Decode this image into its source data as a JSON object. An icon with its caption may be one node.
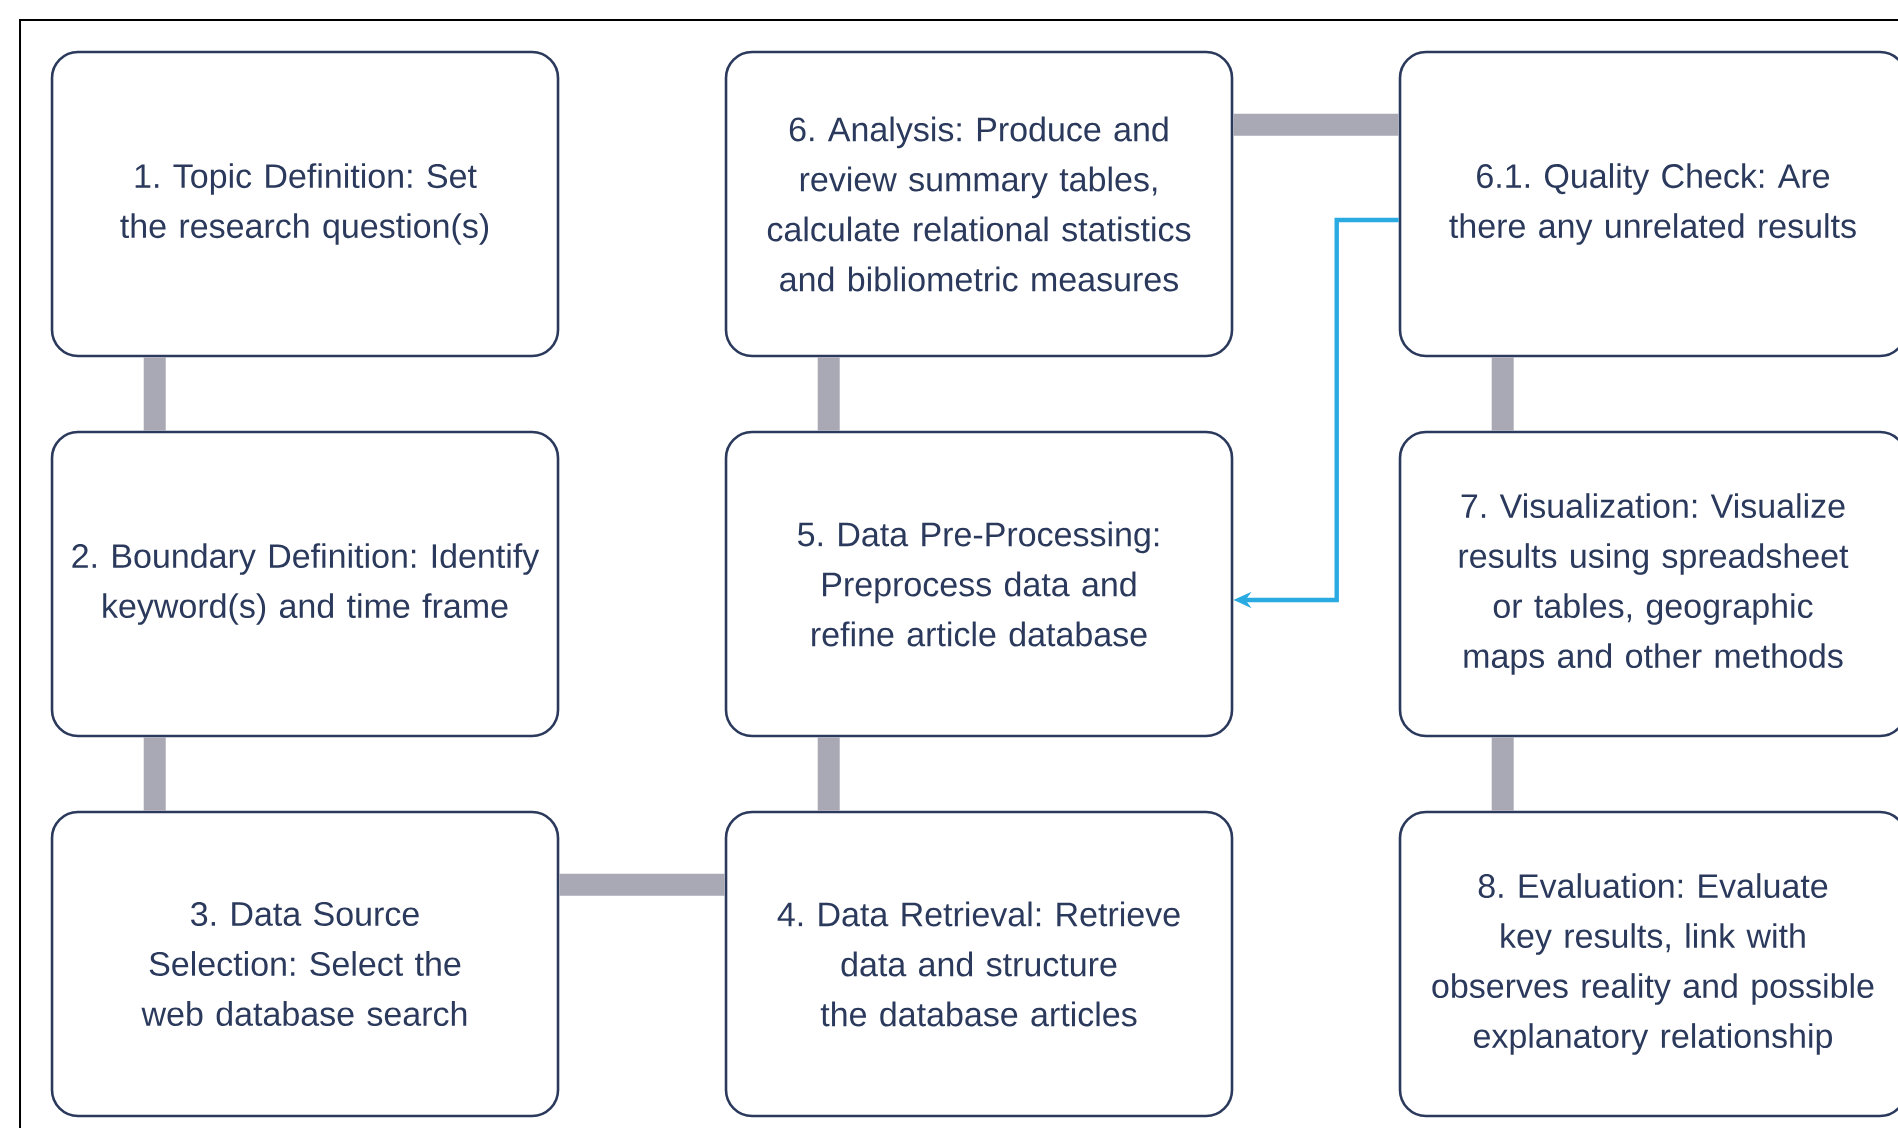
{
  "diagram": {
    "nodes": [
      {
        "text": [
          "1. Topic Definition: Set the research question(s)"
        ]
      },
      {
        "text": [
          "2. Boundary Definition: Identify keyword(s) and time frame"
        ]
      },
      {
        "text": [
          "3. Data Source Selection: Select the web database search"
        ]
      },
      {
        "text": [
          "4. Data Retrieval: Retrieve data and structure the database articles"
        ]
      },
      {
        "text": [
          "5. Data Pre-Processing: Preprocess data and refine article database"
        ]
      },
      {
        "text": [
          "6. Analysis: Produce and review summary tables, calculate relational statistics and bibliometric measures"
        ]
      },
      {
        "text": [
          "6.1. Quality Check: Are there any unrelated results"
        ]
      },
      {
        "text": [
          "7. Visualization: Visualize results using spreadsheet or tables, geographic maps and other methods"
        ]
      },
      {
        "text": [
          "8. Evaluation: Evaluate key results, link with observes reality and possible explanatory relationship"
        ]
      }
    ],
    "edges": [
      {
        "from": 0,
        "to": 1,
        "arrow": "none"
      },
      {
        "from": 1,
        "to": 2,
        "arrow": "none"
      },
      {
        "from": 2,
        "to": 3,
        "arrow": "none"
      },
      {
        "from": 3,
        "to": 4,
        "arrow": "none"
      },
      {
        "from": 4,
        "to": 5,
        "arrow": "none"
      },
      {
        "from": 5,
        "to": 6,
        "arrow": "none"
      },
      {
        "from": 6,
        "to": 7,
        "arrow": "none"
      },
      {
        "from": 7,
        "to": 8,
        "arrow": "none"
      },
      {
        "from": 6,
        "to": 4,
        "arrow": "to",
        "color": "#29abe2"
      }
    ]
  }
}
